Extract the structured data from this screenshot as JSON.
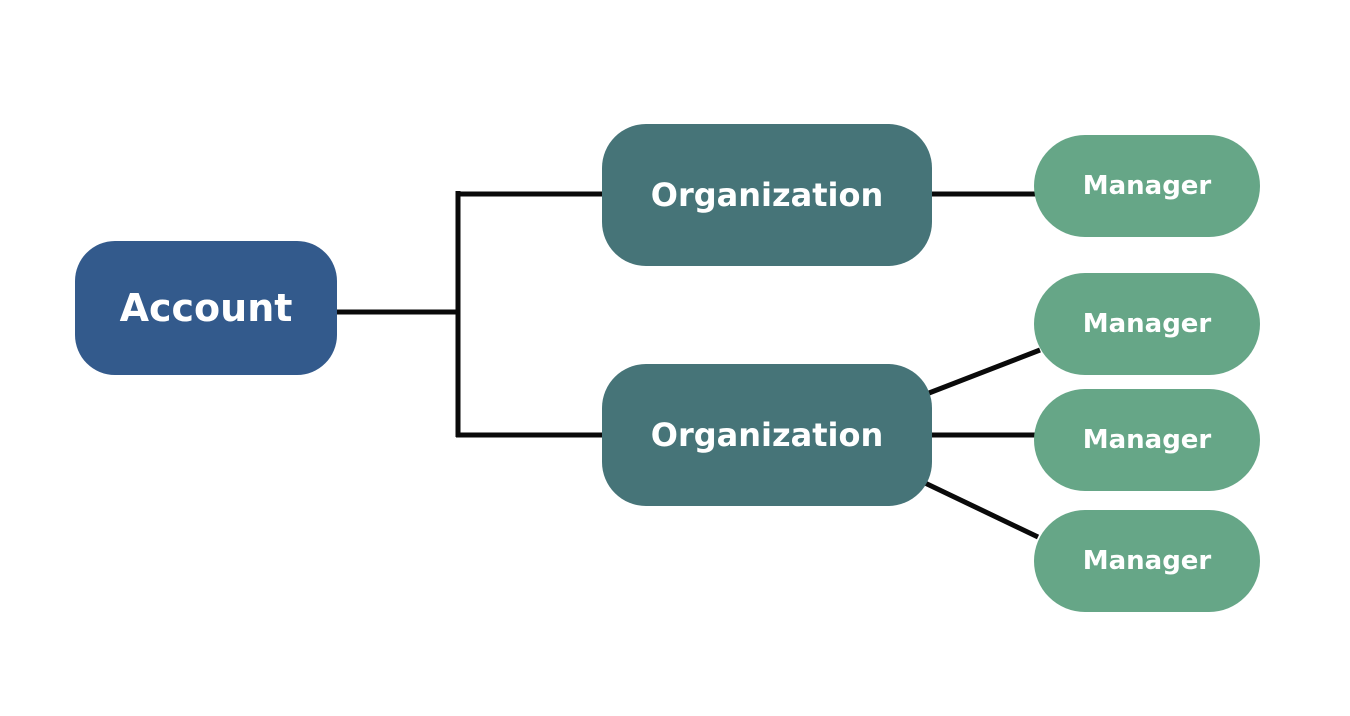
{
  "colors": {
    "account": "#335a8c",
    "organization": "#467478",
    "manager": "#66a687",
    "connector": "#0a0a0a"
  },
  "nodes": {
    "account": {
      "label": "Account"
    },
    "organizations": [
      {
        "label": "Organization"
      },
      {
        "label": "Organization"
      }
    ],
    "managers": [
      {
        "label": "Manager"
      },
      {
        "label": "Manager"
      },
      {
        "label": "Manager"
      },
      {
        "label": "Manager"
      }
    ]
  }
}
